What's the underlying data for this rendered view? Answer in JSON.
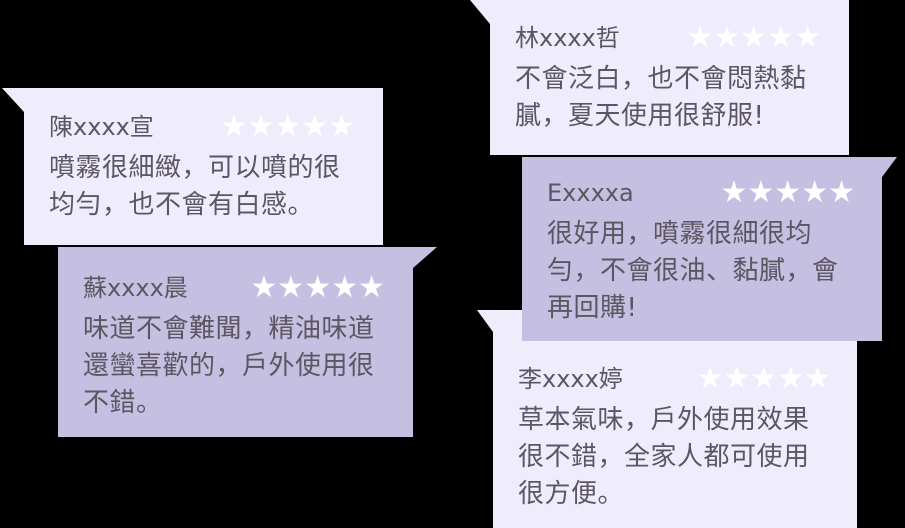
{
  "colors": {
    "background": "#000000",
    "bubble_light": "#efedfb",
    "bubble_purple": "#c5c0e2",
    "star": "#ffffff",
    "text": "#5c5662"
  },
  "star_symbol": "★",
  "reviews": [
    {
      "name": "陳xxxx宣",
      "rating": 5,
      "text": "噴霧很細緻，可以噴的很均勻，也不會有白感。",
      "style": "light",
      "tail": "top-left"
    },
    {
      "name": "林xxxx哲",
      "rating": 5,
      "text": "不會泛白，也不會悶熱黏膩，夏天使用很舒服!",
      "style": "light",
      "tail": "top-left"
    },
    {
      "name": "蘇xxxx晨",
      "rating": 5,
      "text": "味道不會難聞，精油味道還蠻喜歡的，戶外使用很不錯。",
      "style": "purple",
      "tail": "top-right"
    },
    {
      "name": "Exxxxa",
      "rating": 5,
      "text": "很好用，噴霧很細很均勻，不會很油、黏膩，會再回購!",
      "style": "purple",
      "tail": "top-right"
    },
    {
      "name": "李xxxx婷",
      "rating": 5,
      "text": "草本氣味，戶外使用效果很不錯，全家人都可使用很方便。",
      "style": "light",
      "tail": "top-left"
    }
  ]
}
